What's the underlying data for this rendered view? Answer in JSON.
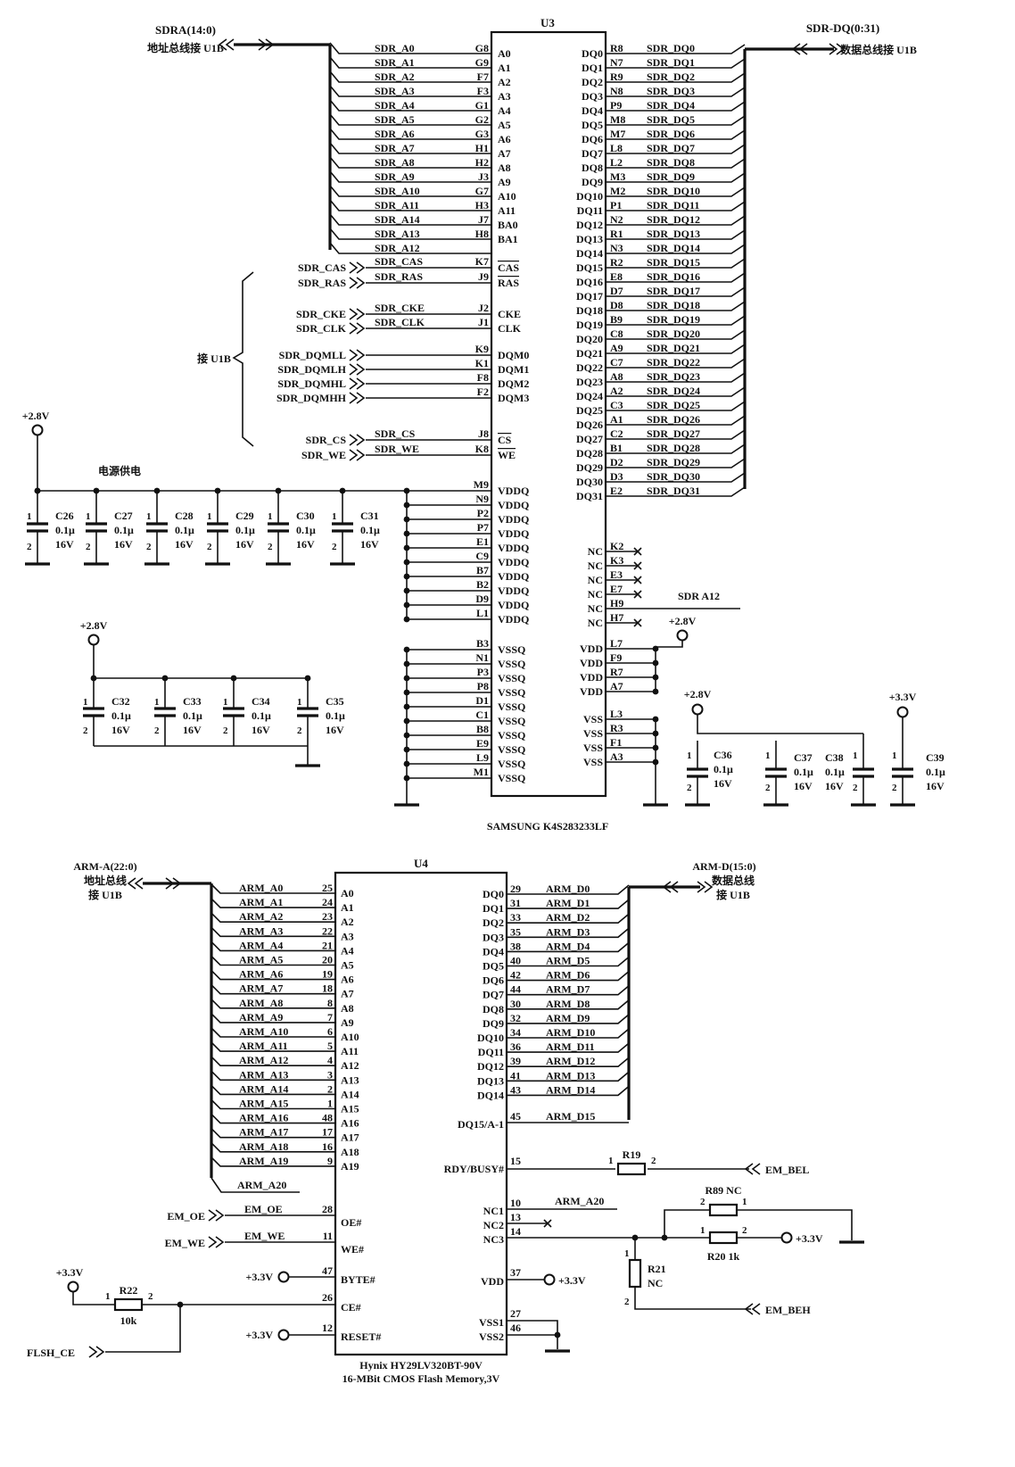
{
  "u3": {
    "ref": "U3",
    "part": "SAMSUNG K4S283233LF",
    "addr_bus_label": "SDRA(14:0)",
    "addr_bus_note": "地址总线接 U1B",
    "data_bus_label": "SDR-DQ(0:31)",
    "data_bus_note": "数据总线接 U1B",
    "connect_note": "接 U1B",
    "power_note": "电源供电",
    "left_pins": [
      {
        "net": "SDR_A0",
        "num": "G8",
        "name": "A0"
      },
      {
        "net": "SDR_A1",
        "num": "G9",
        "name": "A1"
      },
      {
        "net": "SDR_A2",
        "num": "F7",
        "name": "A2"
      },
      {
        "net": "SDR_A3",
        "num": "F3",
        "name": "A3"
      },
      {
        "net": "SDR_A4",
        "num": "G1",
        "name": "A4"
      },
      {
        "net": "SDR_A5",
        "num": "G2",
        "name": "A5"
      },
      {
        "net": "SDR_A6",
        "num": "G3",
        "name": "A6"
      },
      {
        "net": "SDR_A7",
        "num": "H1",
        "name": "A7"
      },
      {
        "net": "SDR_A8",
        "num": "H2",
        "name": "A8"
      },
      {
        "net": "SDR_A9",
        "num": "J3",
        "name": "A9"
      },
      {
        "net": "SDR_A10",
        "num": "G7",
        "name": "A10"
      },
      {
        "net": "SDR_A11",
        "num": "H3",
        "name": "A11"
      },
      {
        "net": "SDR_A14",
        "num": "J7",
        "name": "BA0"
      },
      {
        "net": "SDR_A13",
        "num": "H8",
        "name": "BA1"
      },
      {
        "net": "SDR_A12",
        "num": "",
        "name": ""
      }
    ],
    "ctrl_pins": [
      {
        "port": "SDR_CAS",
        "net": "SDR_CAS",
        "num": "K7",
        "name": "CAS"
      },
      {
        "port": "SDR_RAS",
        "net": "SDR_RAS",
        "num": "J9",
        "name": "RAS"
      },
      {
        "port": "SDR_CKE",
        "net": "SDR_CKE",
        "num": "J2",
        "name": "CKE"
      },
      {
        "port": "SDR_CLK",
        "net": "SDR_CLK",
        "num": "J1",
        "name": "CLK"
      },
      {
        "port": "SDR_DQMLL",
        "net": "",
        "num": "K9",
        "name": "DQM0"
      },
      {
        "port": "SDR_DQMLH",
        "net": "",
        "num": "K1",
        "name": "DQM1"
      },
      {
        "port": "SDR_DQMHL",
        "net": "",
        "num": "F8",
        "name": "DQM2"
      },
      {
        "port": "SDR_DQMHH",
        "net": "",
        "num": "F2",
        "name": "DQM3"
      },
      {
        "port": "SDR_CS",
        "net": "SDR_CS",
        "num": "J8",
        "name": "CS"
      },
      {
        "port": "SDR_WE",
        "net": "SDR_WE",
        "num": "K8",
        "name": "WE"
      }
    ],
    "vddq_pins": [
      {
        "num": "M9",
        "name": "VDDQ"
      },
      {
        "num": "N9",
        "name": "VDDQ"
      },
      {
        "num": "P2",
        "name": "VDDQ"
      },
      {
        "num": "P7",
        "name": "VDDQ"
      },
      {
        "num": "E1",
        "name": "VDDQ"
      },
      {
        "num": "C9",
        "name": "VDDQ"
      },
      {
        "num": "B7",
        "name": "VDDQ"
      },
      {
        "num": "B2",
        "name": "VDDQ"
      },
      {
        "num": "D9",
        "name": "VDDQ"
      },
      {
        "num": "L1",
        "name": "VDDQ"
      }
    ],
    "vssq_pins": [
      {
        "num": "B3",
        "name": "VSSQ"
      },
      {
        "num": "N1",
        "name": "VSSQ"
      },
      {
        "num": "P3",
        "name": "VSSQ"
      },
      {
        "num": "P8",
        "name": "VSSQ"
      },
      {
        "num": "D1",
        "name": "VSSQ"
      },
      {
        "num": "C1",
        "name": "VSSQ"
      },
      {
        "num": "B8",
        "name": "VSSQ"
      },
      {
        "num": "E9",
        "name": "VSSQ"
      },
      {
        "num": "L9",
        "name": "VSSQ"
      },
      {
        "num": "M1",
        "name": "VSSQ"
      }
    ],
    "dq_pins": [
      {
        "name": "DQ0",
        "num": "R8",
        "net": "SDR_DQ0"
      },
      {
        "name": "DQ1",
        "num": "N7",
        "net": "SDR_DQ1"
      },
      {
        "name": "DQ2",
        "num": "R9",
        "net": "SDR_DQ2"
      },
      {
        "name": "DQ3",
        "num": "N8",
        "net": "SDR_DQ3"
      },
      {
        "name": "DQ4",
        "num": "P9",
        "net": "SDR_DQ4"
      },
      {
        "name": "DQ5",
        "num": "M8",
        "net": "SDR_DQ5"
      },
      {
        "name": "DQ6",
        "num": "M7",
        "net": "SDR_DQ6"
      },
      {
        "name": "DQ7",
        "num": "L8",
        "net": "SDR_DQ7"
      },
      {
        "name": "DQ8",
        "num": "L2",
        "net": "SDR_DQ8"
      },
      {
        "name": "DQ9",
        "num": "M3",
        "net": "SDR_DQ9"
      },
      {
        "name": "DQ10",
        "num": "M2",
        "net": "SDR_DQ10"
      },
      {
        "name": "DQ11",
        "num": "P1",
        "net": "SDR_DQ11"
      },
      {
        "name": "DQ12",
        "num": "N2",
        "net": "SDR_DQ12"
      },
      {
        "name": "DQ13",
        "num": "R1",
        "net": "SDR_DQ13"
      },
      {
        "name": "DQ14",
        "num": "N3",
        "net": "SDR_DQ14"
      },
      {
        "name": "DQ15",
        "num": "R2",
        "net": "SDR_DQ15"
      },
      {
        "name": "DQ16",
        "num": "E8",
        "net": "SDR_DQ16"
      },
      {
        "name": "DQ17",
        "num": "D7",
        "net": "SDR_DQ17"
      },
      {
        "name": "DQ18",
        "num": "D8",
        "net": "SDR_DQ18"
      },
      {
        "name": "DQ19",
        "num": "B9",
        "net": "SDR_DQ19"
      },
      {
        "name": "DQ20",
        "num": "C8",
        "net": "SDR_DQ20"
      },
      {
        "name": "DQ21",
        "num": "A9",
        "net": "SDR_DQ21"
      },
      {
        "name": "DQ22",
        "num": "C7",
        "net": "SDR_DQ22"
      },
      {
        "name": "DQ23",
        "num": "A8",
        "net": "SDR_DQ23"
      },
      {
        "name": "DQ24",
        "num": "A2",
        "net": "SDR_DQ24"
      },
      {
        "name": "DQ25",
        "num": "C3",
        "net": "SDR_DQ25"
      },
      {
        "name": "DQ26",
        "num": "A1",
        "net": "SDR_DQ26"
      },
      {
        "name": "DQ27",
        "num": "C2",
        "net": "SDR_DQ27"
      },
      {
        "name": "DQ28",
        "num": "B1",
        "net": "SDR_DQ28"
      },
      {
        "name": "DQ29",
        "num": "D2",
        "net": "SDR_DQ29"
      },
      {
        "name": "DQ30",
        "num": "D3",
        "net": "SDR_DQ30"
      },
      {
        "name": "DQ31",
        "num": "E2",
        "net": "SDR_DQ31"
      }
    ],
    "nc_pins": [
      {
        "name": "NC",
        "num": "K2"
      },
      {
        "name": "NC",
        "num": "K3"
      },
      {
        "name": "NC",
        "num": "E3"
      },
      {
        "name": "NC",
        "num": "E7"
      },
      {
        "name": "NC",
        "num": "H9"
      },
      {
        "name": "NC",
        "num": "H7"
      }
    ],
    "nc_net": "SDR A12",
    "vdd_pins": [
      {
        "name": "VDD",
        "num": "L7"
      },
      {
        "name": "VDD",
        "num": "F9"
      },
      {
        "name": "VDD",
        "num": "R7"
      },
      {
        "name": "VDD",
        "num": "A7"
      }
    ],
    "vss_pins": [
      {
        "name": "VSS",
        "num": "L3"
      },
      {
        "name": "VSS",
        "num": "R3"
      },
      {
        "name": "VSS",
        "num": "F1"
      },
      {
        "name": "VSS",
        "num": "A3"
      }
    ],
    "rails": {
      "v28": "+2.8V",
      "v33": "+3.3V"
    },
    "caps_row1": [
      {
        "ref": "C26",
        "val": "0.1μ",
        "volt": "16V"
      },
      {
        "ref": "C27",
        "val": "0.1μ",
        "volt": "16V"
      },
      {
        "ref": "C28",
        "val": "0.1μ",
        "volt": "16V"
      },
      {
        "ref": "C29",
        "val": "0.1μ",
        "volt": "16V"
      },
      {
        "ref": "C30",
        "val": "0.1μ",
        "volt": "16V"
      },
      {
        "ref": "C31",
        "val": "0.1μ",
        "volt": "16V"
      }
    ],
    "caps_row2": [
      {
        "ref": "C32",
        "val": "0.1μ",
        "volt": "16V"
      },
      {
        "ref": "C33",
        "val": "0.1μ",
        "volt": "16V"
      },
      {
        "ref": "C34",
        "val": "0.1μ",
        "volt": "16V"
      },
      {
        "ref": "C35",
        "val": "0.1μ",
        "volt": "16V"
      }
    ],
    "caps_right": [
      {
        "ref": "C36",
        "val": "0.1μ",
        "volt": "16V"
      },
      {
        "ref": "C37",
        "val": "0.1μ",
        "volt": "16V"
      },
      {
        "ref": "C38",
        "val": "0.1μ",
        "volt": "16V"
      },
      {
        "ref": "C39",
        "val": "0.1μ",
        "volt": "16V"
      }
    ],
    "pin_mark_1": "1",
    "pin_mark_2": "2"
  },
  "u4": {
    "ref": "U4",
    "part_line1": "Hynix HY29LV320BT-90V",
    "part_line2": "16-MBit CMOS Flash Memory,3V",
    "addr_bus_label": "ARM-A(22:0)",
    "addr_bus_note1": "地址总线",
    "addr_bus_note2": "接 U1B",
    "data_bus_label": "ARM-D(15:0)",
    "data_bus_note1": "数据总线",
    "data_bus_note2": "接 U1B",
    "addr_pins": [
      {
        "net": "ARM_A0",
        "num": "25",
        "name": "A0"
      },
      {
        "net": "ARM_A1",
        "num": "24",
        "name": "A1"
      },
      {
        "net": "ARM_A2",
        "num": "23",
        "name": "A2"
      },
      {
        "net": "ARM_A3",
        "num": "22",
        "name": "A3"
      },
      {
        "net": "ARM_A4",
        "num": "21",
        "name": "A4"
      },
      {
        "net": "ARM_A5",
        "num": "20",
        "name": "A5"
      },
      {
        "net": "ARM_A6",
        "num": "19",
        "name": "A6"
      },
      {
        "net": "ARM_A7",
        "num": "18",
        "name": "A7"
      },
      {
        "net": "ARM_A8",
        "num": "8",
        "name": "A8"
      },
      {
        "net": "ARM_A9",
        "num": "7",
        "name": "A9"
      },
      {
        "net": "ARM_A10",
        "num": "6",
        "name": "A10"
      },
      {
        "net": "ARM_A11",
        "num": "5",
        "name": "A11"
      },
      {
        "net": "ARM_A12",
        "num": "4",
        "name": "A12"
      },
      {
        "net": "ARM_A13",
        "num": "3",
        "name": "A13"
      },
      {
        "net": "ARM_A14",
        "num": "2",
        "name": "A14"
      },
      {
        "net": "ARM_A15",
        "num": "1",
        "name": "A15"
      },
      {
        "net": "ARM_A16",
        "num": "48",
        "name": "A16"
      },
      {
        "net": "ARM_A17",
        "num": "17",
        "name": "A17"
      },
      {
        "net": "ARM_A18",
        "num": "16",
        "name": "A18"
      },
      {
        "net": "ARM_A19",
        "num": "9",
        "name": "A19"
      }
    ],
    "a20_net": "ARM_A20",
    "data_pins": [
      {
        "name": "DQ0",
        "num": "29",
        "net": "ARM_D0"
      },
      {
        "name": "DQ1",
        "num": "31",
        "net": "ARM_D1"
      },
      {
        "name": "DQ2",
        "num": "33",
        "net": "ARM_D2"
      },
      {
        "name": "DQ3",
        "num": "35",
        "net": "ARM_D3"
      },
      {
        "name": "DQ4",
        "num": "38",
        "net": "ARM_D4"
      },
      {
        "name": "DQ5",
        "num": "40",
        "net": "ARM_D5"
      },
      {
        "name": "DQ6",
        "num": "42",
        "net": "ARM_D6"
      },
      {
        "name": "DQ7",
        "num": "44",
        "net": "ARM_D7"
      },
      {
        "name": "DQ8",
        "num": "30",
        "net": "ARM_D8"
      },
      {
        "name": "DQ9",
        "num": "32",
        "net": "ARM_D9"
      },
      {
        "name": "DQ10",
        "num": "34",
        "net": "ARM_D10"
      },
      {
        "name": "DQ11",
        "num": "36",
        "net": "ARM_D11"
      },
      {
        "name": "DQ12",
        "num": "39",
        "net": "ARM_D12"
      },
      {
        "name": "DQ13",
        "num": "41",
        "net": "ARM_D13"
      },
      {
        "name": "DQ14",
        "num": "43",
        "net": "ARM_D14"
      }
    ],
    "dq15": {
      "name": "DQ15/A-1",
      "num": "45",
      "net": "ARM_D15"
    },
    "rdy": {
      "name": "RDY/BUSY#",
      "num": "15"
    },
    "oe": {
      "port": "EM_OE",
      "net": "EM_OE",
      "num": "28",
      "name": "OE#"
    },
    "we": {
      "port": "EM_WE",
      "net": "EM_WE",
      "num": "11",
      "name": "WE#"
    },
    "byte": {
      "rail": "+3.3V",
      "num": "47",
      "name": "BYTE#"
    },
    "ce": {
      "num": "26",
      "name": "CE#"
    },
    "reset": {
      "rail": "+3.3V",
      "num": "12",
      "name": "RESET#"
    },
    "nc1": {
      "name": "NC1",
      "num": "10",
      "net": "ARM_A20"
    },
    "nc2": {
      "name": "NC2",
      "num": "13"
    },
    "nc3": {
      "name": "NC3",
      "num": "14"
    },
    "vdd": {
      "name": "VDD",
      "num": "37",
      "rail": "+3.3V"
    },
    "vss1": {
      "name": "VSS1",
      "num": "27"
    },
    "vss2": {
      "name": "VSS2",
      "num": "46"
    },
    "r19": {
      "ref": "R19"
    },
    "em_bel": "EM_BEL",
    "r89": {
      "ref": "R89 NC"
    },
    "r20": {
      "ref": "R20 1k",
      "rail": "+3.3V"
    },
    "r21": {
      "ref": "R21",
      "val": "NC"
    },
    "em_beh": "EM_BEH",
    "r22": {
      "ref": "R22",
      "val": "10k",
      "rail": "+3.3V"
    },
    "flsh_ce": "FLSH_CE"
  }
}
